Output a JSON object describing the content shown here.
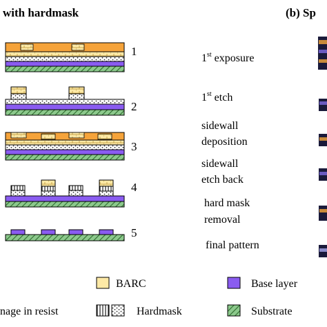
{
  "titles": {
    "left": "with hardmask",
    "right": "(b) Sp"
  },
  "colors": {
    "resist": "#f5a33a",
    "barc": "#fde9a6",
    "base_layer": "#8a5cf0",
    "substrate": "#8cc98c",
    "outline": "#000000",
    "white": "#ffffff"
  },
  "steps": [
    {
      "number": "1",
      "label_lines": [
        "1st exposure"
      ]
    },
    {
      "number": "2",
      "label_lines": [
        "1st etch"
      ]
    },
    {
      "number": "3",
      "label_lines": [
        "sidewall",
        "deposition"
      ]
    },
    {
      "number": "4",
      "label_lines": [
        "sidewall",
        "etch back"
      ]
    },
    {
      "number": "5",
      "label_lines": [
        "hard mask",
        "removal"
      ]
    },
    {
      "number": "",
      "label_lines": [
        "final pattern"
      ]
    }
  ],
  "step_label_superscript": {
    "1": {
      "base": "1",
      "sup": "st",
      "rest": " exposure"
    },
    "2": {
      "base": "1",
      "sup": "st",
      "rest": " etch"
    }
  },
  "legend": {
    "barc": "BARC",
    "base_layer": "Base layer",
    "image_in_resist": "nage in resist",
    "hardmask": "Hardmask",
    "substrate": "Substrate"
  }
}
